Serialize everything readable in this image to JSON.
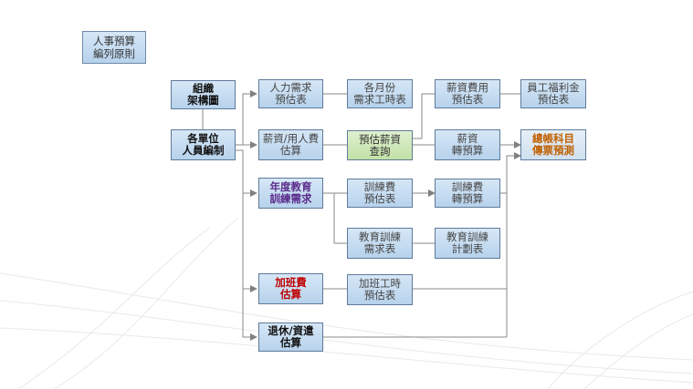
{
  "title": "人事預算\n編列原則",
  "nodes": {
    "org_chart": "組織\n架構圖",
    "unit_staffing": "各單位\n人員編制",
    "manpower_forecast": "人力需求\n預估表",
    "monthly_hours": "各月份\n需求工時表",
    "salary_budget": "薪資/用人費\n估算",
    "salary_query": "預估薪資\n查詢",
    "salary_cost_forecast": "薪資費用\n預估表",
    "welfare_forecast": "員工福利金\n預估表",
    "salary_transfer": "薪資\n轉預算",
    "account_forecast": "總帳科目\n傳票預測",
    "training_needs": "年度教育\n訓練需求",
    "training_fee_forecast": "訓練費\n預估表",
    "training_fee_transfer": "訓練費\n轉預算",
    "training_needs_table": "教育訓練\n需求表",
    "training_plan_table": "教育訓練\n計劃表",
    "overtime_budget": "加班費\n估算",
    "overtime_hours_forecast": "加班工時\n預估表",
    "retirement_budget": "退休/資遣\n估算"
  }
}
